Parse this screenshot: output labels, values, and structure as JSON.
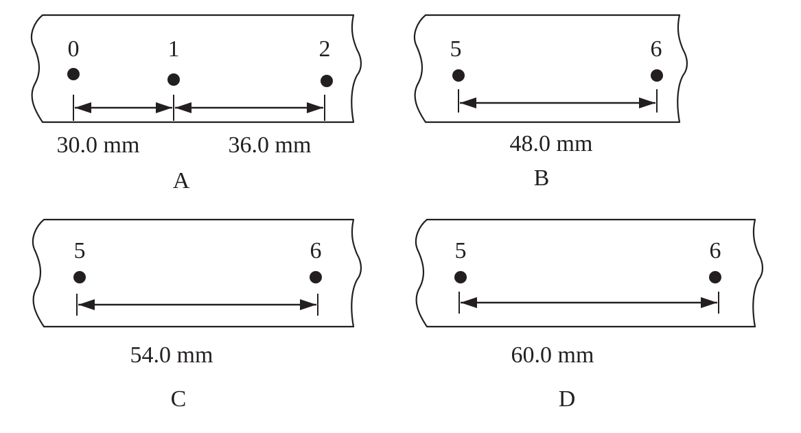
{
  "panels": [
    {
      "letter": "A",
      "points": [
        {
          "label": "0"
        },
        {
          "label": "1"
        },
        {
          "label": "2"
        }
      ],
      "measurements": [
        "30.0 mm",
        "36.0 mm"
      ]
    },
    {
      "letter": "B",
      "points": [
        {
          "label": "5"
        },
        {
          "label": "6"
        }
      ],
      "measurements": [
        "48.0 mm"
      ]
    },
    {
      "letter": "C",
      "points": [
        {
          "label": "5"
        },
        {
          "label": "6"
        }
      ],
      "measurements": [
        "54.0 mm"
      ]
    },
    {
      "letter": "D",
      "points": [
        {
          "label": "5"
        },
        {
          "label": "6"
        }
      ],
      "measurements": [
        "60.0 mm"
      ]
    }
  ]
}
